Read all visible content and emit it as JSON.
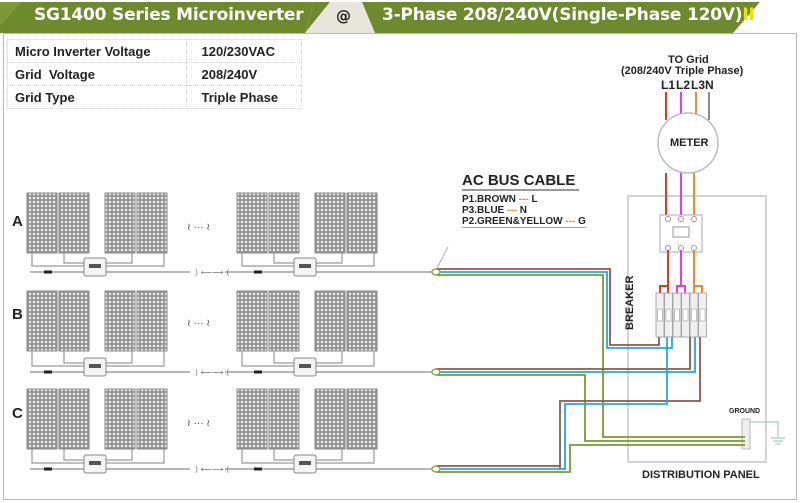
{
  "header": {
    "left_title": "SG1400 Series Microinverter",
    "separator": "@",
    "right_title": "3-Phase 208/240V(Single-Phase 120V)",
    "right_suffix": "II",
    "colors": {
      "banner": "#6e8a2e",
      "separator_bg": "#e8e6dc",
      "suffix": "#f0e000"
    }
  },
  "specs": [
    {
      "label": "Micro Inverter Voltage",
      "value": "120/230VAC"
    },
    {
      "label": "Grid  Voltage",
      "value": "208/240V"
    },
    {
      "label": "Grid Type",
      "value": "Triple Phase"
    }
  ],
  "grid": {
    "title": "TO Grid",
    "subtitle": "(208/240V Triple Phase)",
    "lines": [
      "L1",
      "L2",
      "L3",
      "N"
    ],
    "meter_label": "METER"
  },
  "rows": [
    {
      "label": "A",
      "ellipsis": "≀ ··· ≀"
    },
    {
      "label": "B",
      "ellipsis": "≀ ··· ≀"
    },
    {
      "label": "C",
      "ellipsis": "≀ ··· ≀"
    }
  ],
  "ac_bus": {
    "title": "AC BUS CABLE",
    "wires": [
      {
        "name": "P1.BROWN",
        "sep": "---",
        "terminal": "L"
      },
      {
        "name": "P3.BLUE",
        "sep": "---",
        "terminal": "N"
      },
      {
        "name": "P2.GREEN&YELLOW",
        "sep": "---",
        "terminal": "G"
      }
    ]
  },
  "panel": {
    "breaker_label": "BREAKER",
    "ground_label": "GROUND",
    "panel_label": "DISTRIBUTION PANEL"
  },
  "wire_colors": {
    "L1": "#d93a2b",
    "L2": "#e23ee6",
    "L3": "#f08a2a",
    "N": "#8a8a8a",
    "brown": "#8a5a4a",
    "blue": "#27a8d8",
    "green": "#7a9a32",
    "ground": "#8fc0b8"
  }
}
